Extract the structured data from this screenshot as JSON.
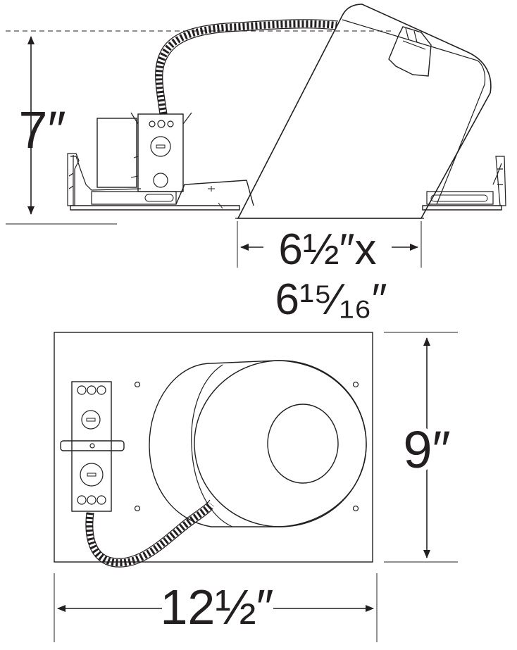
{
  "dimensions": {
    "height": "7″",
    "aperture_line1": "6½″x",
    "aperture_line2": "6¹⁵⁄₁₆″",
    "depth": "9″",
    "length": "12½″"
  }
}
